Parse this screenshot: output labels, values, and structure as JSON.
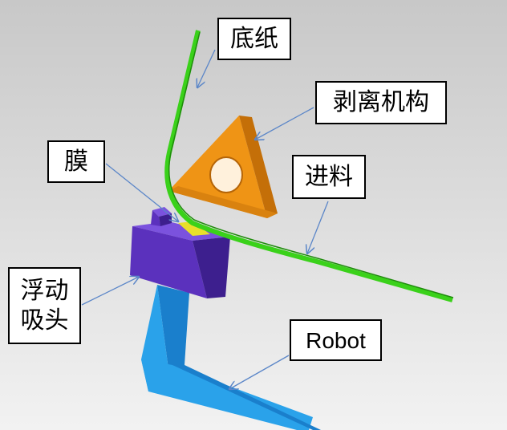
{
  "labels": {
    "backing_paper": "底纸",
    "peeling_mechanism": "剥离机构",
    "film": "膜",
    "feed": "进料",
    "floating_suction_head": "浮动\n吸头",
    "robot": "Robot"
  },
  "colors": {
    "background_top": "#c8c8c8",
    "background_bottom": "#f2f2f2",
    "backing_strip": "#3ad11a",
    "peeler": "#ef9415",
    "suction_head": "#5b31bd",
    "robot_arm": "#2aa2ea",
    "film": "#e9df2a",
    "leader_line": "#5b86c8"
  }
}
